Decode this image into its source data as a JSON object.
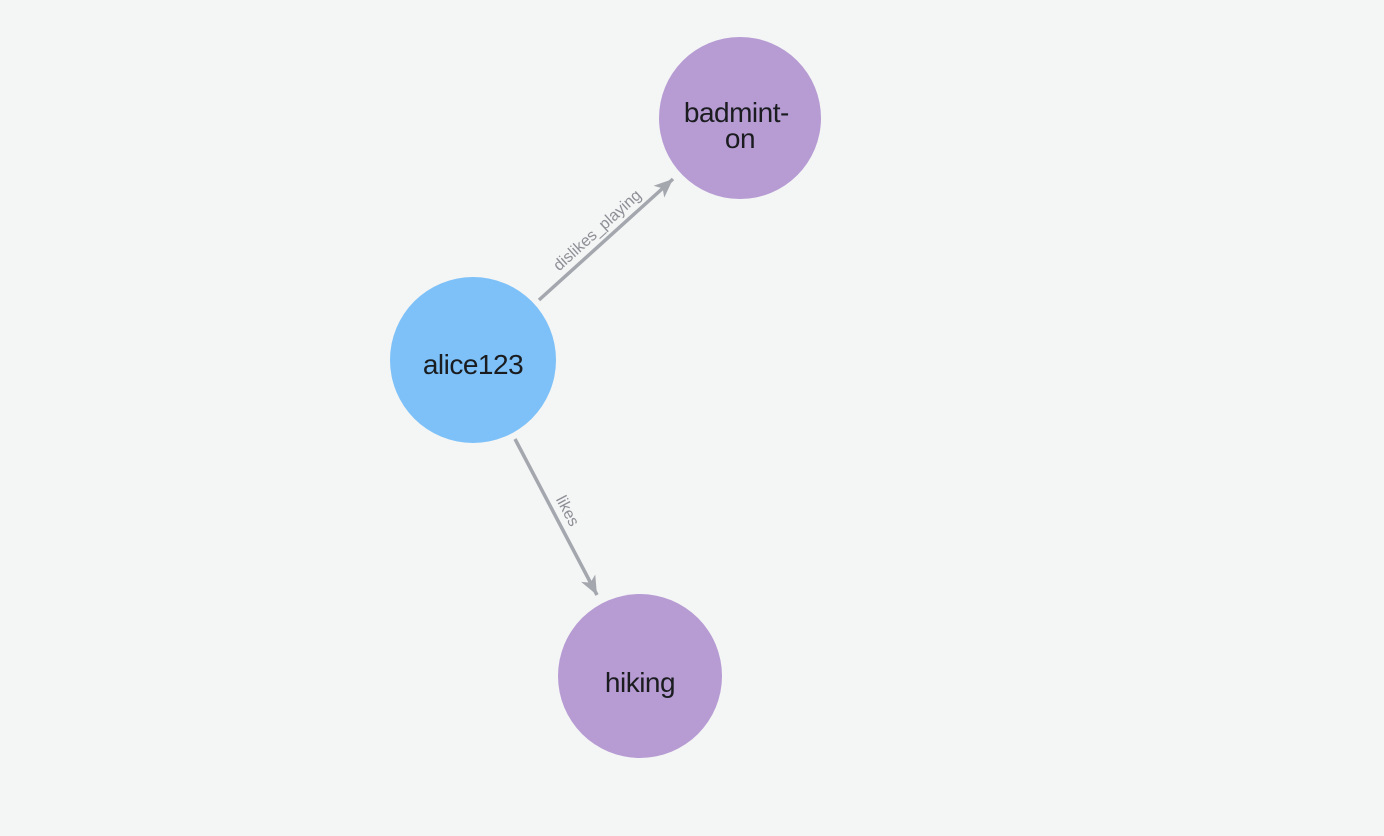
{
  "canvas": {
    "background": "#f4f5f5"
  },
  "graph": {
    "nodes": [
      {
        "id": "alice123",
        "label": "alice123",
        "lines": [
          "alice123"
        ],
        "fill": "#7dc1f8",
        "text_color": "#1a1c1f"
      },
      {
        "id": "badminton",
        "label": "badminton",
        "lines": [
          "badmint-",
          "on"
        ],
        "fill": "#b79cd4",
        "text_color": "#1a1c1f"
      },
      {
        "id": "hiking",
        "label": "hiking",
        "lines": [
          "hiking"
        ],
        "fill": "#b79cd4",
        "text_color": "#1a1c1f"
      }
    ],
    "edges": [
      {
        "from": "alice123",
        "to": "badminton",
        "label": "dislikes_playing",
        "color": "#a4a7ad",
        "label_color": "#8c8f95"
      },
      {
        "from": "alice123",
        "to": "hiking",
        "label": "likes",
        "color": "#a4a7ad",
        "label_color": "#8c8f95"
      }
    ],
    "arrowhead_color": "#a4a7ad"
  }
}
